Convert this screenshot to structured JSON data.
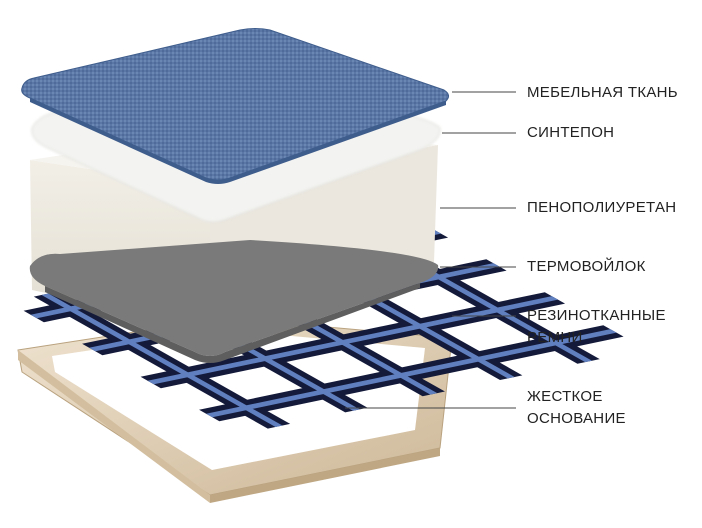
{
  "diagram": {
    "layers": [
      {
        "id": "fabric",
        "label_lines": [
          "МЕБЕЛЬНАЯ ТКАНЬ"
        ]
      },
      {
        "id": "sintepon",
        "label_lines": [
          "СИНТЕПОН"
        ]
      },
      {
        "id": "foam",
        "label_lines": [
          "ПЕНОПОЛИУРЕТАН"
        ]
      },
      {
        "id": "felt",
        "label_lines": [
          "ТЕРМОВОЙЛОК"
        ]
      },
      {
        "id": "belts",
        "label_lines": [
          "РЕЗИНОТКАННЫЕ",
          "РЕМНИ"
        ]
      },
      {
        "id": "base",
        "label_lines": [
          "ЖЕСТКОЕ",
          "ОСНОВАНИЕ"
        ]
      }
    ]
  },
  "colors": {
    "fabric": "#5a77a6",
    "fabric_edge": "#3f5d8c",
    "sintepon": "#f1f1ef",
    "foam_top": "#f4f2ec",
    "foam_side": "#e6e2d8",
    "felt": "#7b7b7b",
    "belt_dark": "#141a3a",
    "belt_light": "#5f7fbf",
    "frame": "#dccab0",
    "frame_side": "#c9b493",
    "leader": "#444444",
    "text": "#222222"
  }
}
